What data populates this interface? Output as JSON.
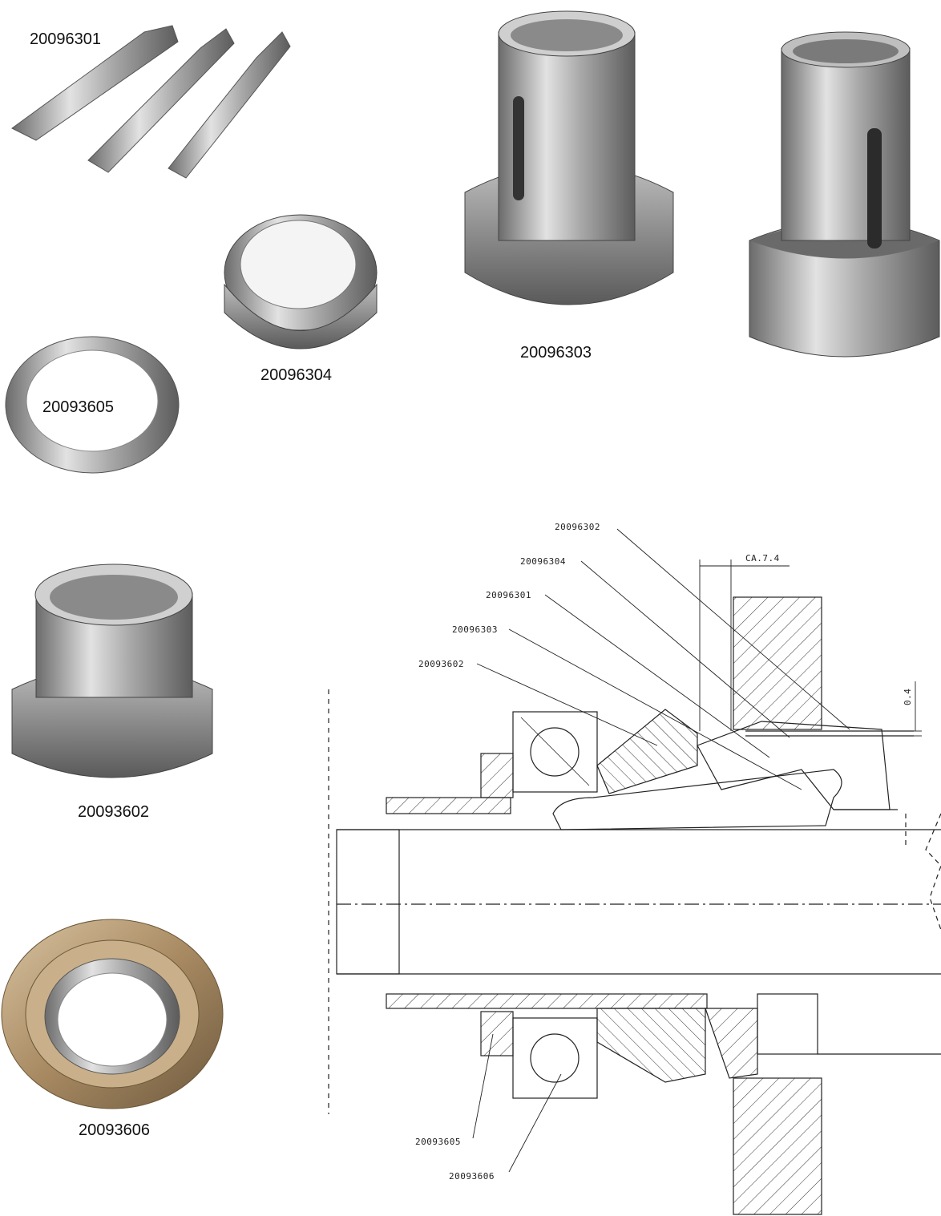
{
  "photos": {
    "keys_label": "20096301",
    "cone_ring_label": "20096304",
    "sleeve_label": "20096303",
    "lock_nut_label": "20093605",
    "threaded_hub_label": "20093602",
    "bearing_label": "20093606"
  },
  "drawing": {
    "callouts": {
      "c_302": "20096302",
      "c_304": "20096304",
      "c_301": "20096301",
      "c_303": "20096303",
      "c_602": "20093602",
      "c_605": "20093605",
      "c_606": "20093606"
    },
    "dimension_ca": "CA.7.4",
    "dimension_gap": "0.4"
  },
  "colors": {
    "metal_light": "#d9d9d9",
    "metal_mid": "#9a9a9a",
    "metal_dark": "#5a5a5a",
    "bronze": "#b59a72",
    "line": "#222222"
  }
}
